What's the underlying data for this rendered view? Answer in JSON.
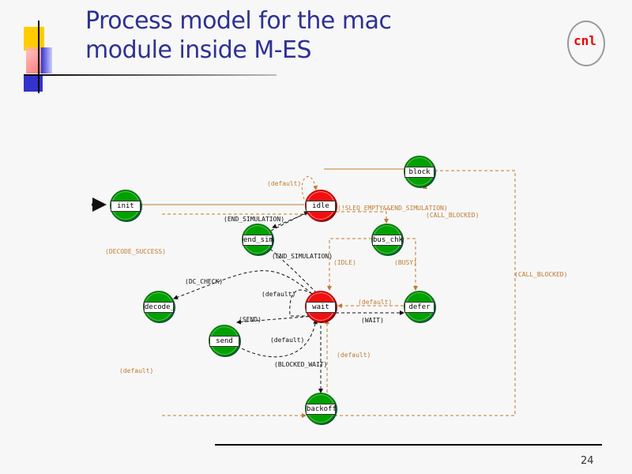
{
  "slide": {
    "title_line1": "Process model for the mac",
    "title_line2": "module inside M-ES",
    "logo_text": "cnl",
    "page_number": "24"
  },
  "colors": {
    "title": "#2e3192",
    "forced_state": "#f01010",
    "unforced_state": "#00a000",
    "transition_orange": "#c07a30",
    "transition_black": "#111111"
  },
  "states": {
    "init": "init",
    "idle": "idle",
    "block": "block",
    "end_sim": "end_sim",
    "bus_chk": "bus_chk",
    "decode": "decode_",
    "wait": "wait",
    "defer": "defer",
    "send": "send",
    "backoff": "backoff"
  },
  "transitions": {
    "idle_default": "(default)",
    "idle_to_bus_chk": "(!SLEQ_EMPTY&&END_SIMULATION)",
    "to_block": "(CALL_BLOCKED)",
    "idle_to_end_sim": "(END_SIMULATION)",
    "decode_success": "(DECODE_SUCCESS)",
    "wait_to_end_sim": "(END_SIMULATION)",
    "idle": "(IDLE)",
    "busy": "(BUSY)",
    "call_blocked": "(CALL_BLOCKED)",
    "dc_check": "(DC_CHECK)",
    "wait_default": "(default)",
    "defer_default": "(default)",
    "send": "(SEND)",
    "wait": "(WAIT)",
    "send_default": "(default)",
    "backoff_default": "(default)",
    "blocked_wait": "(BLOCKED_WAIT)",
    "decode_default": "(default)"
  }
}
